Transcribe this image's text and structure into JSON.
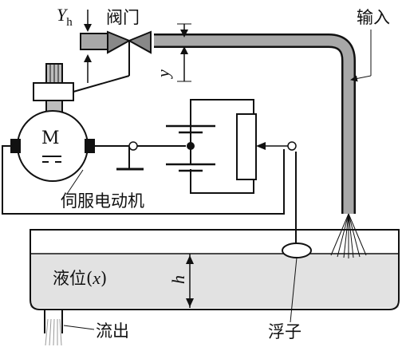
{
  "labels": {
    "valve": "阀门",
    "input": "输入",
    "servo_motor": "伺服电动机",
    "motor_letter": "M",
    "liquid_level_text": "液位(",
    "liquid_level_var": "x",
    "liquid_level_close": ")",
    "outflow": "流出",
    "float": "浮子",
    "yh_main": "Y",
    "yh_sub": "h",
    "y_symbol": "y",
    "h_symbol": "h"
  },
  "colors": {
    "line": "#111111",
    "pipe": "#a8a8a8",
    "liquid": "#e2e2e2",
    "background": "#ffffff"
  }
}
